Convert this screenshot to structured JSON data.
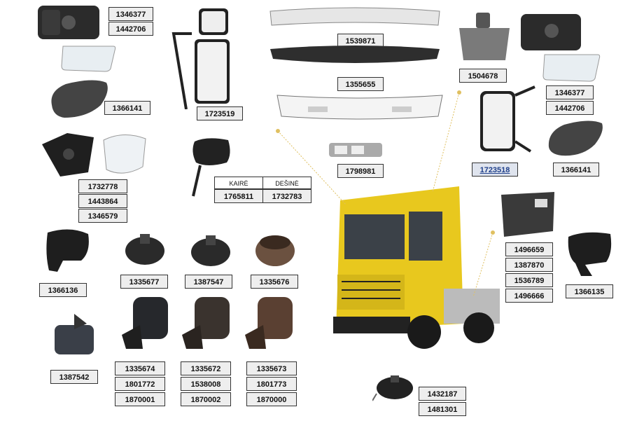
{
  "labels": {
    "mirror_tl": [
      "1346377",
      "1442706"
    ],
    "mirror_cover_tl": "1366141",
    "mirror_tall": "1723519",
    "visor_top": "1539871",
    "visor_mid": "1355655",
    "interior_mirror": "1504678",
    "mirror_tr": [
      "1346377",
      "1442706"
    ],
    "mirror_right": "1723518",
    "mirror_cover_tr": "1366141",
    "mirror_backing": [
      "1732778",
      "1443864",
      "1346579"
    ],
    "lamp": "1798981",
    "side_mirror_table": {
      "left_header": "KAIRĖ",
      "right_header": "DEŠINĖ",
      "left_value": "1765811",
      "right_value": "1732783"
    },
    "housing_left": "1366136",
    "cap_a": "1335677",
    "cap_b": "1387547",
    "cap_c": "1335676",
    "side_panel": [
      "1496659",
      "1387870",
      "1536789",
      "1496666"
    ],
    "housing_right": "1366135",
    "air_filter": "1387542",
    "filter_a": [
      "1335674",
      "1801772",
      "1870001"
    ],
    "filter_b": [
      "1335672",
      "1538008",
      "1870002"
    ],
    "filter_c": [
      "1335673",
      "1801773",
      "1870000"
    ],
    "fuel_cap": [
      "1432187",
      "1481301"
    ]
  },
  "colors": {
    "truck_yellow": "#e8c81e",
    "label_border": "#333333",
    "label_fill": "#eeeeee"
  }
}
